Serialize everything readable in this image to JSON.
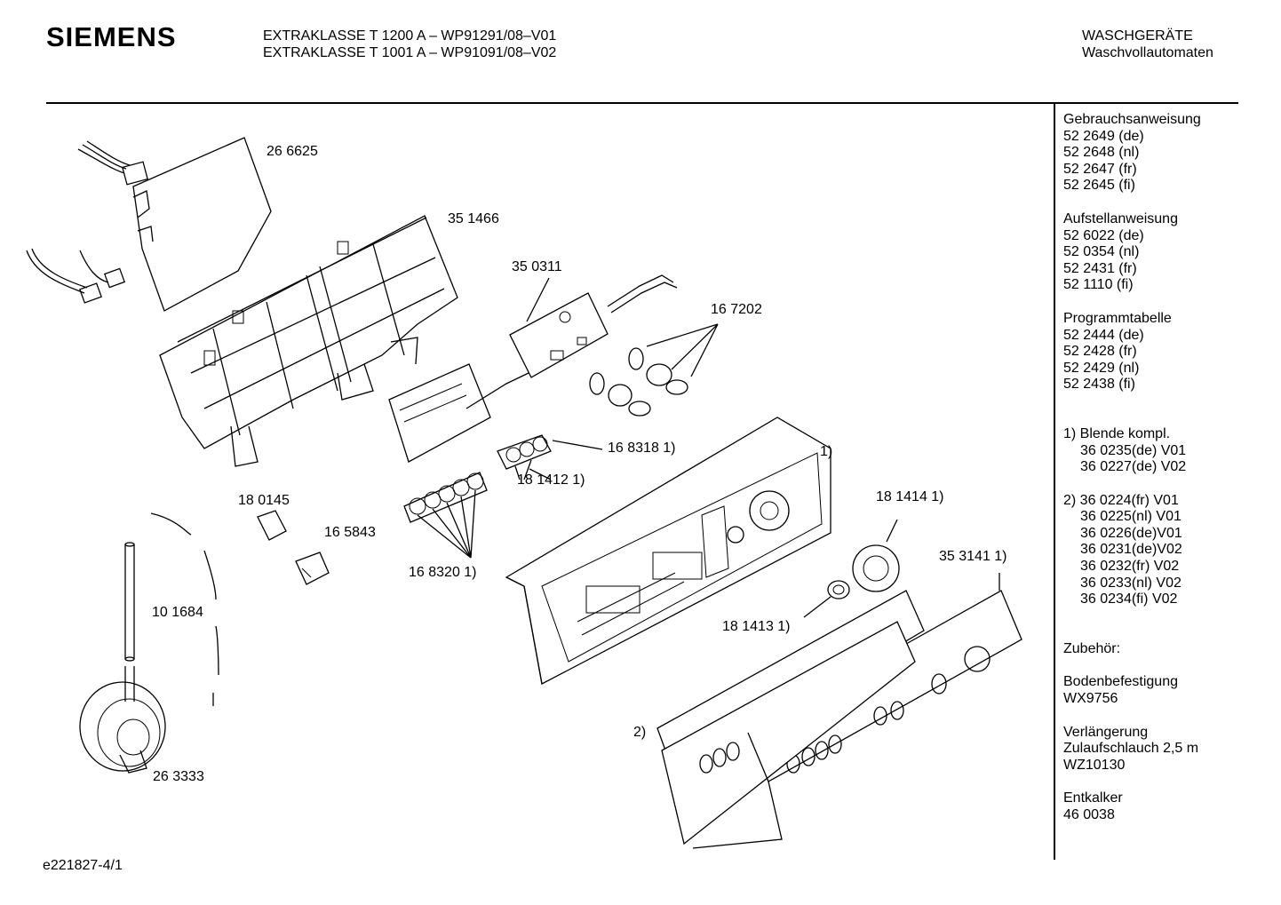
{
  "header": {
    "brand": "SIEMENS",
    "model_line_1": "EXTRAKLASSE T 1200 A – WP91291/08–V01",
    "model_line_2": "EXTRAKLASSE T 1001 A – WP91091/08–V02",
    "category_line_1": "WASCHGERÄTE",
    "category_line_2": "Waschvollautomaten"
  },
  "parts": {
    "p266625": "26 6625",
    "p351466": "35 1466",
    "p350311": "35 0311",
    "p167202": "16 7202",
    "p168318": "16 8318 1)",
    "p181412": "18 1412 1)",
    "p180145": "18 0145",
    "p165843": "16 5843",
    "p168320": "16 8320 1)",
    "p101684": "10 1684",
    "p263333": "26 3333",
    "ref1": "1)",
    "p181414": "18 1414 1)",
    "p353141": "35 3141 1)",
    "p181413": "18 1413 1)",
    "ref2": "2)"
  },
  "sidebar": {
    "manual_title": "Gebrauchsanweisung",
    "manual": [
      "52 2649 (de)",
      "52 2648 (nl)",
      "52 2647 (fr)",
      "52 2645 (fi)"
    ],
    "install_title": "Aufstellanweisung",
    "install": [
      "52 6022 (de)",
      "52 0354 (nl)",
      "52 2431 (fr)",
      "52 1110 (fi)"
    ],
    "program_title": "Programmtabelle",
    "program": [
      "52 2444 (de)",
      "52 2428 (fr)",
      "52 2429 (nl)",
      "52 2438 (fi)"
    ],
    "note1_title": "1) Blende kompl.",
    "note1": [
      "36 0235(de) V01",
      "36 0227(de) V02"
    ],
    "note2_first": "2) 36 0224(fr) V01",
    "note2": [
      "36 0225(nl) V01",
      "36 0226(de)V01",
      "36 0231(de)V02",
      "36 0232(fr) V02",
      "36 0233(nl) V02",
      "36 0234(fi) V02"
    ],
    "accessories_title": "Zubehör:",
    "floor_title": "Bodenbefestigung",
    "floor_code": "WX9756",
    "ext_title": "Verlängerung",
    "ext_desc": "Zulaufschlauch 2,5 m",
    "ext_code": "WZ10130",
    "descaler_title": "Entkalker",
    "descaler_code": "46 0038"
  },
  "footer": {
    "drawing_id": "e221827-4/1"
  }
}
